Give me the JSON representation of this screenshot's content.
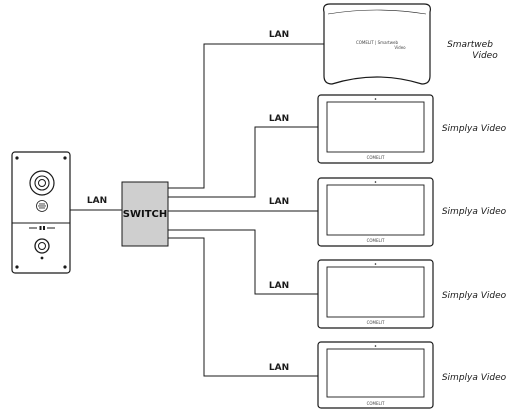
{
  "switch": {
    "label": "SWITCH",
    "fill": "#cfcfcf"
  },
  "lan_label": "LAN",
  "devices": [
    {
      "name": "Smartweb",
      "sub": "Video",
      "type": "smartweb"
    },
    {
      "name": "Simplya Video",
      "type": "monitor"
    },
    {
      "name": "Simplya Video",
      "type": "monitor"
    },
    {
      "name": "Simplya Video",
      "type": "monitor"
    },
    {
      "name": "Simplya Video",
      "type": "monitor"
    }
  ],
  "smartweb_box_text": "COMELIT | Smartweb",
  "smartweb_box_sub": "Video",
  "monitor_brand": "COMELIT",
  "colors": {
    "line": "#1a1a1a",
    "switch_fill": "#cfcfcf"
  }
}
